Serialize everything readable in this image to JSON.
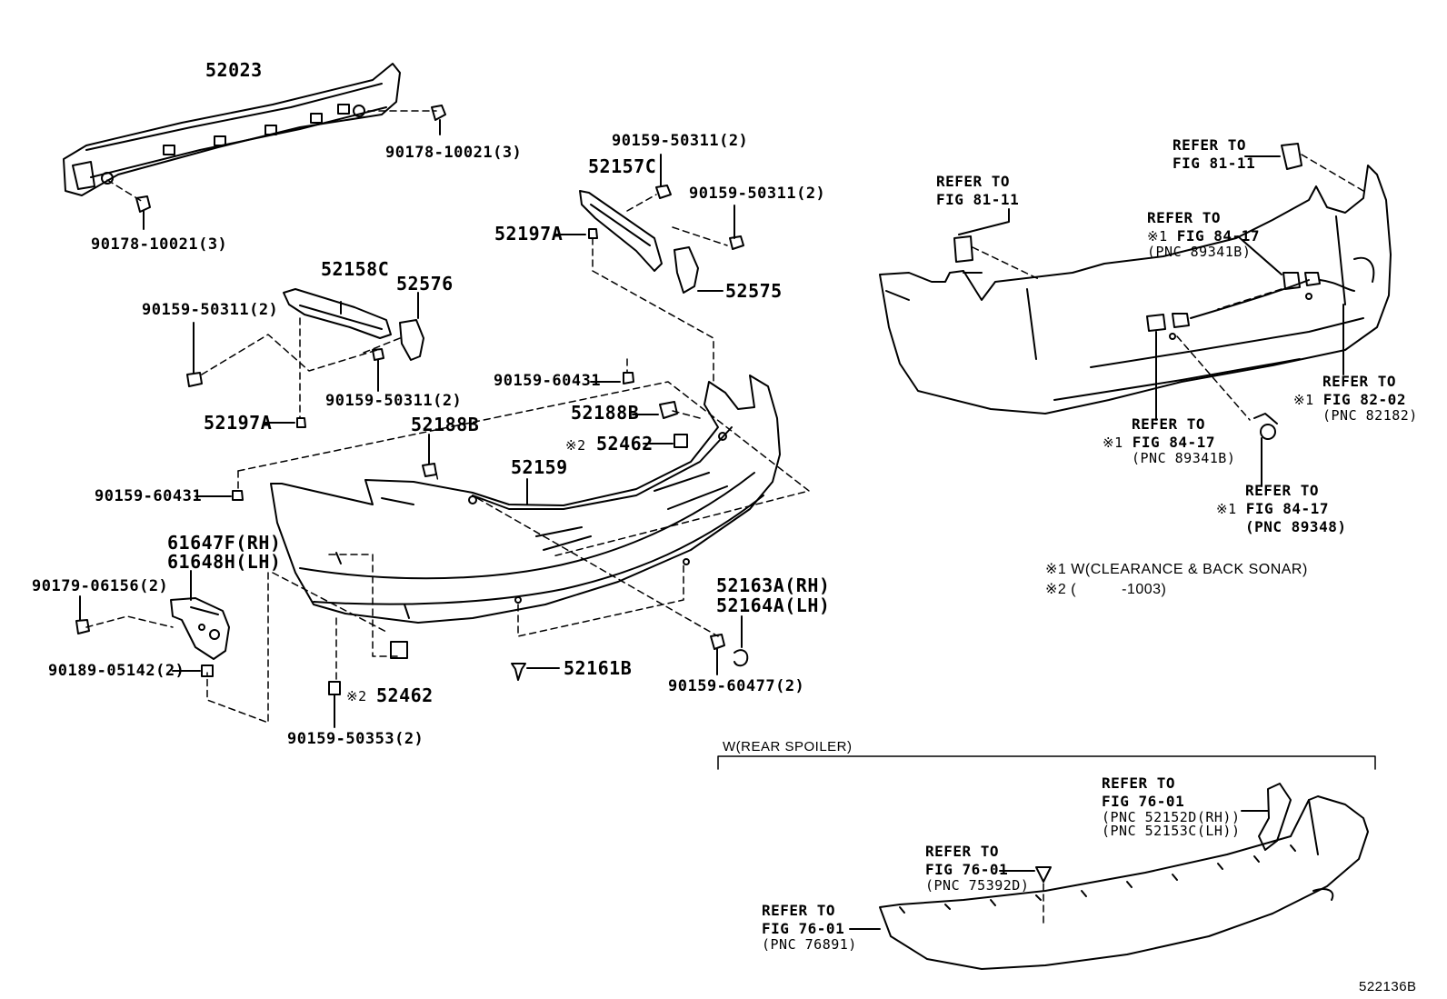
{
  "parts": {
    "p52023": "52023",
    "p90178a": "90178-10021(3)",
    "p90178b": "90178-10021(3)",
    "p90159_50311_a": "90159-50311(2)",
    "p52157c": "52157C",
    "p90159_50311_b": "90159-50311(2)",
    "p52197a_top": "52197A",
    "p52575": "52575",
    "p52158c": "52158C",
    "p52576": "52576",
    "p90159_50311_c": "90159-50311(2)",
    "p90159_50311_d": "90159-50311(2)",
    "p52197a_mid": "52197A",
    "p90159_60431_a": "90159-60431",
    "p52188b_a": "52188B",
    "p52188b_b": "52188B",
    "p52462_a": "52462",
    "p52159": "52159",
    "p90159_60431_b": "90159-60431",
    "p61647f": "61647F(RH)",
    "p61648h": "61648H(LH)",
    "p90179": "90179-06156(2)",
    "p90189": "90189-05142(2)",
    "p52163a": "52163A(RH)",
    "p52164a": "52164A(LH)",
    "p52161b": "52161B",
    "p90159_60477": "90159-60477(2)",
    "p52462_b": "52462",
    "p90159_50353": "90159-50353(2)"
  },
  "marks": {
    "m1": "※1",
    "m2": "※2"
  },
  "refs": {
    "r1a": "REFER TO",
    "r1b": "FIG 81-11",
    "r2a": "REFER TO",
    "r2b": "FIG 81-11",
    "r3a": "REFER TO",
    "r3b": "FIG 84-17",
    "r3c": "(PNC 89341B)",
    "r4a": "REFER TO",
    "r4b": "FIG 82-02",
    "r4c": "(PNC 82182)",
    "r5a": "REFER TO",
    "r5b": "FIG 84-17",
    "r5c": "(PNC 89341B)",
    "r6a": "REFER TO",
    "r6b": "FIG 84-17",
    "r6c": "(PNC 89348)",
    "r7a": "REFER TO",
    "r7b": "FIG 76-01",
    "r7c": "(PNC 52152D(RH))",
    "r7d": "(PNC 52153C(LH))",
    "r8a": "REFER TO",
    "r8b": "FIG 76-01",
    "r8c": "(PNC 75392D)",
    "r9a": "REFER TO",
    "r9b": "FIG 76-01",
    "r9c": "(PNC 76891)"
  },
  "notes": {
    "n1": "W(CLEARANCE & BACK SONAR)",
    "n2a": "(",
    "n2b": "-1003)",
    "spoiler": "W(REAR SPOILER)"
  },
  "figure_id": "522136B"
}
